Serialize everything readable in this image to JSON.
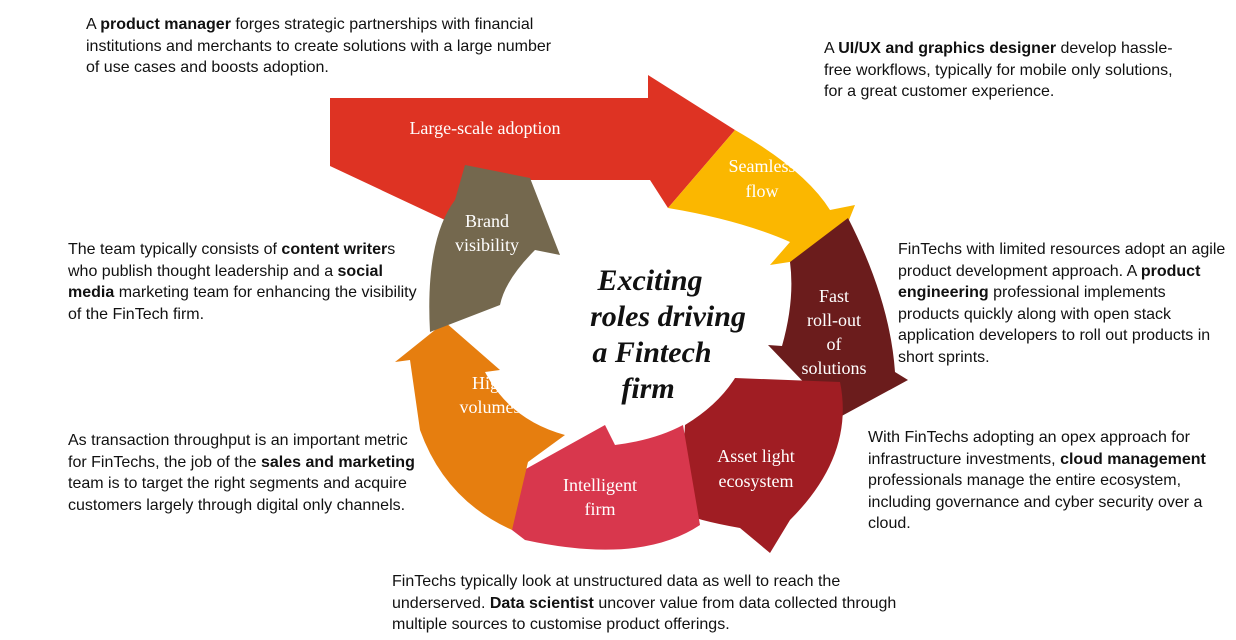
{
  "center_title": [
    "Exciting",
    "roles driving",
    "a Fintech",
    "firm"
  ],
  "colors": {
    "red": "#de3323",
    "yellow": "#fbb700",
    "maroon": "#6b1c1c",
    "crimson": "#a01d23",
    "pink": "#d8374d",
    "orange": "#e67e0f",
    "olive": "#74684e"
  },
  "segments": [
    {
      "id": "large-scale-adoption",
      "label": [
        "Large-scale adoption"
      ]
    },
    {
      "id": "seamless-flow",
      "label": [
        "Seamless",
        "flow"
      ]
    },
    {
      "id": "fast-rollout",
      "label": [
        "Fast",
        "roll-out",
        "of",
        "solutions"
      ]
    },
    {
      "id": "asset-light",
      "label": [
        "Asset light",
        "ecosystem"
      ]
    },
    {
      "id": "intelligent-firm",
      "label": [
        "Intelligent",
        "firm"
      ]
    },
    {
      "id": "high-volumes",
      "label": [
        "High",
        "volumes"
      ]
    },
    {
      "id": "brand-visibility",
      "label": [
        "Brand",
        "visibility"
      ]
    }
  ],
  "descriptions": {
    "product_manager": {
      "pre": "A ",
      "bold": "product manager",
      "post": " forges strategic partnerships with financial institutions and merchants to create solutions with a large number of  use cases and boosts adoption."
    },
    "ux_designer": {
      "pre": "A ",
      "bold": "UI/UX and graphics designer",
      "post": " develop hassle-free workflows, typically for mobile only solutions, for a great customer experience."
    },
    "content_team": {
      "pre": "The team typically consists of ",
      "bold": "content writer",
      "mid": "s who publish thought leadership and a ",
      "bold2": "social media",
      "post": " marketing team for enhancing the visibility of the FinTech firm."
    },
    "product_engineering": {
      "pre": "FinTechs with limited resources adopt an agile product development approach. A ",
      "bold": "product engineering",
      "post": " professional implements products quickly along with open stack application developers to roll out products in short sprints."
    },
    "sales_marketing": {
      "pre": "As transaction throughput is an important metric for FinTechs, the job of the ",
      "bold": "sales and marketing",
      "post": " team is to target the right segments and acquire customers largely through digital only channels."
    },
    "cloud_management": {
      "pre": "With FinTechs adopting an opex approach for infrastructure investments, ",
      "bold": "cloud management",
      "post": " professionals manage the entire ecosystem, including governance and cyber security over a cloud."
    },
    "data_scientist": {
      "pre": "FinTechs typically look at unstructured data as well to reach the underserved. ",
      "bold": "Data scientist",
      "post": " uncover value from data collected through multiple sources to customise product offerings."
    }
  }
}
